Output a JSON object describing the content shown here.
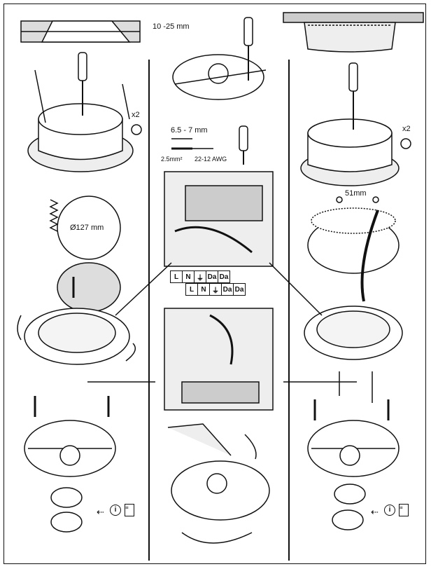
{
  "labels": {
    "ceiling_thickness": "10 -25 mm",
    "multiplier_left": "x2",
    "multiplier_right": "x2",
    "strip_length": "6.5 - 7 mm",
    "wire_cross_section": "2.5mm²",
    "wire_gauge": "22-12 AWG",
    "hole_diameter": "Ø127 mm",
    "spacing": "51mm"
  },
  "terminal_rows": [
    [
      "L",
      "N",
      "⏚",
      "Da",
      "Da"
    ],
    [
      "L",
      "N",
      "⏚",
      "Da",
      "Da"
    ]
  ],
  "icons": [
    "arrow-left-icon",
    "info-icon",
    "document-icon"
  ]
}
